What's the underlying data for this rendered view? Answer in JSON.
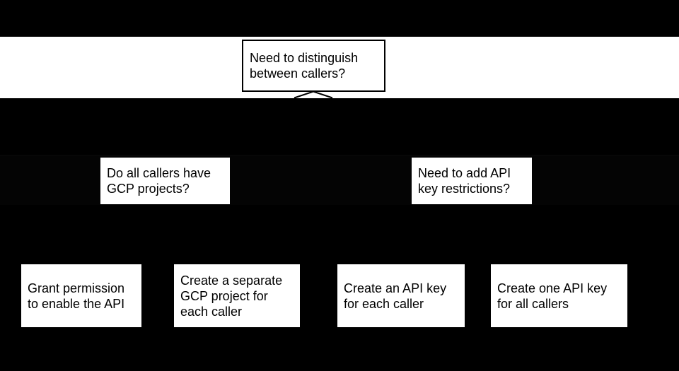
{
  "colors": {
    "background": "#000000",
    "band": "#ffffff",
    "node_fill": "#ffffff",
    "node_text": "#000000",
    "root_border": "#000000",
    "connector": "#000000"
  },
  "flowchart": {
    "root": {
      "label": "Need to distinguish\nbetween callers?"
    },
    "decisions": [
      {
        "label": "Do all callers have\nGCP projects?"
      },
      {
        "label": "Need to add API\nkey restrictions?"
      }
    ],
    "outcomes": [
      {
        "label": "Grant permission\nto enable the API"
      },
      {
        "label": "Create a separate\nGCP project for\neach caller"
      },
      {
        "label": "Create an API key\nfor each caller"
      },
      {
        "label": "Create one API key\nfor all callers"
      }
    ]
  }
}
